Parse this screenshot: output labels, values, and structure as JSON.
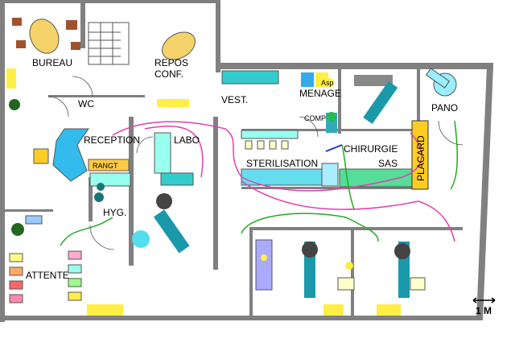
{
  "rooms": {
    "bureau": "BUREAU",
    "repos_line1": "REPOS",
    "repos_line2": "CONF.",
    "wc": "WC",
    "vest": "VEST.",
    "menage": "MENAGE",
    "asp": "Asp",
    "comp": "COMP",
    "reception": "RECEPTION",
    "labo": "LABO",
    "rangt": "RANGT",
    "sterilisation": "STERILISATION",
    "chirurgie": "CHIRURGIE",
    "sas": "SAS",
    "placard": "PLACARD",
    "pano": "PANO",
    "hyg": "HYG.",
    "attente": "ATTENTE"
  },
  "scale": {
    "label": "1 M"
  },
  "colors": {
    "cyan": "#33cccc",
    "light_cyan": "#99ffee",
    "yellow": "#ffee44",
    "orange": "#ffcc44",
    "teal": "#1a99aa",
    "pink": "#e040b0",
    "green": "#22aa22",
    "blue": "#2233cc"
  }
}
